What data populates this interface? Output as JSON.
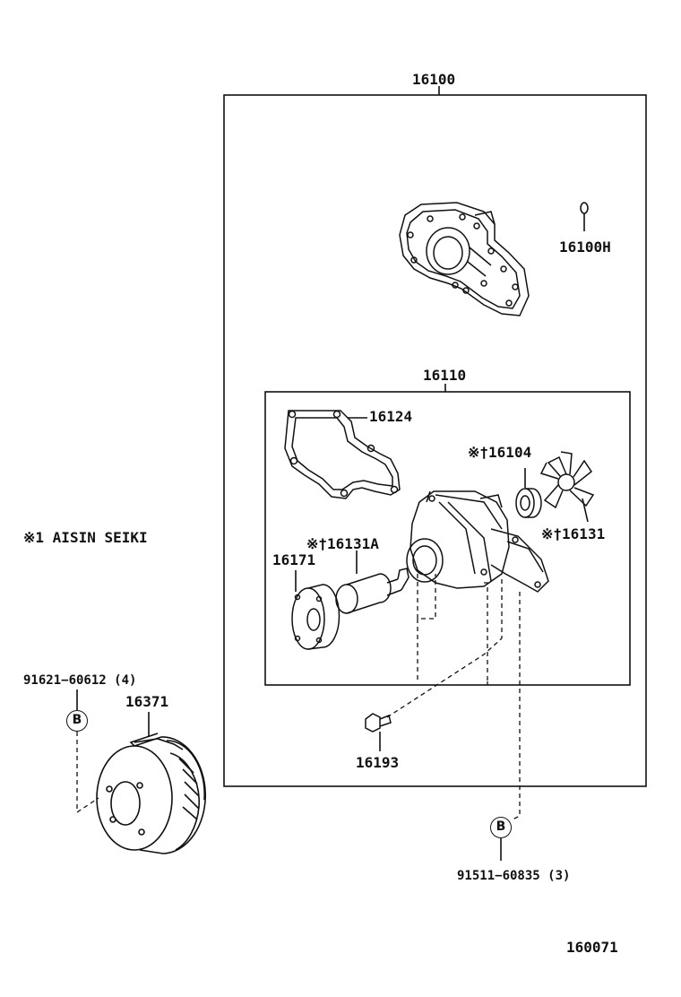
{
  "labels": {
    "assembly": "16100",
    "oring": "16100H",
    "subassembly": "16110",
    "gasket": "16124",
    "seat": "※†16104",
    "impeller": "※†16131",
    "bearing": "※†16131A",
    "flange": "16171",
    "bolt": "16193",
    "note": "※1 AISIN SEIKI",
    "pulley_bolt": "91621−60612 (4)",
    "pulley": "16371",
    "pump_bolt": "91511−60835 (3)",
    "figure_code": "160071"
  },
  "callouts": {
    "left": "B",
    "right": "B"
  }
}
